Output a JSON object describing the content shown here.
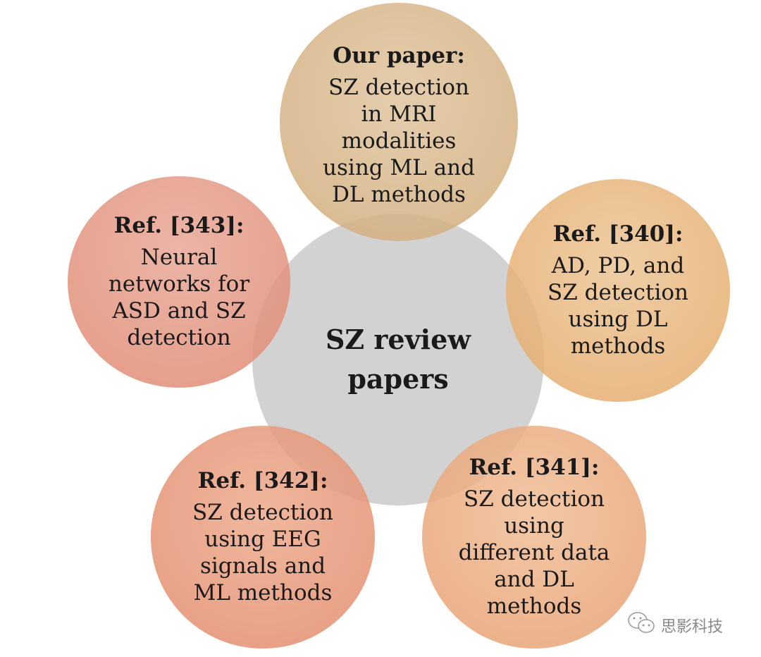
{
  "center": {
    "text_line1": "SZ review",
    "text_line2": "papers"
  },
  "nodes": [
    {
      "title": "Our paper:",
      "lines": [
        "SZ detection",
        "in MRI",
        "modalities",
        "using ML and",
        "DL methods"
      ]
    },
    {
      "title": "Ref. [343]:",
      "lines": [
        "Neural",
        "networks for",
        "ASD and SZ",
        "detection"
      ]
    },
    {
      "title": "Ref. [340]:",
      "lines": [
        "AD, PD, and",
        "SZ detection",
        "using DL",
        "methods"
      ]
    },
    {
      "title": "Ref. [342]:",
      "lines": [
        "SZ detection",
        "using EEG",
        "signals and",
        "ML methods"
      ]
    },
    {
      "title": "Ref. [341]:",
      "lines": [
        "SZ detection",
        "using",
        "different data",
        "and DL",
        "methods"
      ]
    }
  ],
  "watermark": {
    "text": "思影科技",
    "icon": "wechat-icon"
  }
}
